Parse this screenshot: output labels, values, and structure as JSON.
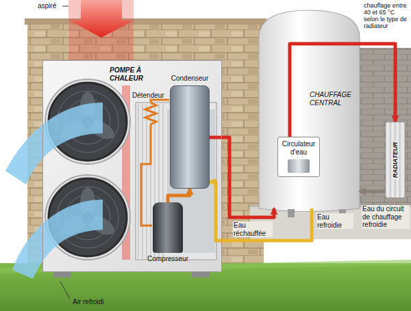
{
  "diagram": {
    "nodes": [
      {
        "text": [
          "POMPE À CHALEUR"
        ]
      },
      {
        "text": [
          "Condenseur"
        ],
        "in": 0
      },
      {
        "text": [
          "Compresseur"
        ],
        "in": 0
      },
      {
        "text": [
          "CHAUFFAGE CENTRAL"
        ]
      },
      {
        "text": [
          "Circulateur d'eau"
        ],
        "in": 3
      },
      {
        "text": [
          "RADIATEUR"
        ]
      }
    ],
    "edges": [
      {
        "from": 2,
        "to": 1,
        "arrow": "to"
      },
      {
        "from": 1,
        "to": 3,
        "arrow": "to",
        "label": "Eau réchauffée"
      },
      {
        "from": 3,
        "to": 1,
        "arrow": "to",
        "label": "Eau refroidie"
      },
      {
        "from": 4,
        "to": 5,
        "arrow": "to"
      },
      {
        "from": 5,
        "to": 3,
        "arrow": "to",
        "label": "Eau du circuit de chauffage refroidie"
      }
    ],
    "labels": [
      "aspiré",
      "chauffage entre 40 et 65 °C selon le type de radiateur",
      "Détendeur",
      "Air refroidi"
    ]
  }
}
